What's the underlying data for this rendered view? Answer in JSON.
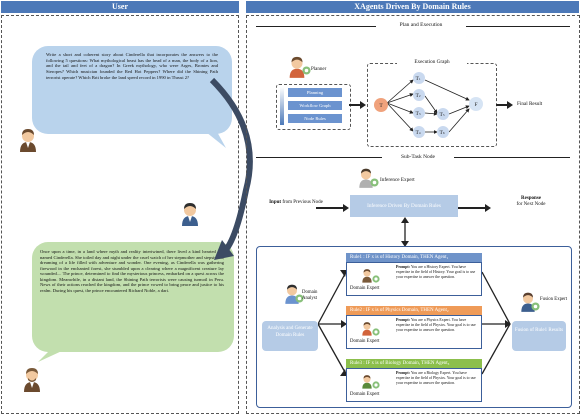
{
  "user": {
    "header": "User",
    "question": "Write a short and coherent story about Cinderella that incorporates the answers to the following 5 questions: What mythological beast has the head of a man, the body of a lion, and the tail and feet of a dragon? In Greek mythology, who were Arges, Brontes and Steropes? Which musician founded the Red Hot Peppers? Where did the Shining Path terrorist operate? Which Brit broke the land speed record in 1990 in Thrust 2?",
    "answer": "Once upon a time, in a land where myth and reality intertwined, there lived a kind hearted girl named Cinderella. She toiled day and night under the cruel watch of her stepmother and stepsisters, dreaming of a life filled with adventure and wonder. One evening, as Cinderella was gathering firewood in the enchanted forest, she stumbled upon a clearing where a magnificent creature lay wounded.... The prince, determined to find the mysterious princess, embarked on a quest across the kingdom. Meanwhile, in a distant land, the Shining Path terrorists were causing turmoil in Peru. News of their actions reached the kingdom, and the prince vowed to bring peace and justice to his realm. During his quest, the prince encountered Richard Noble, a dari."
  },
  "xagents": {
    "header": "XAgents Driven By Domain Rules",
    "plan": {
      "title": "Plan and Execution",
      "planner": "Planner",
      "tasks": [
        "Planning",
        "Workflow Graph",
        "Node Rules"
      ],
      "graph_title": "Execution Graph",
      "nodes": [
        "T",
        "T",
        "T",
        "T",
        "T",
        "T",
        "T",
        "F"
      ],
      "subs": [
        "",
        "1",
        "2",
        "3",
        "4",
        "5",
        "6",
        ""
      ],
      "final": "Final Result"
    },
    "subtask": {
      "title": "Sub-Task Node",
      "inference_expert": "Inference Expert",
      "input_bold": "Input",
      "input_rest": " from Previous Node",
      "center": "Inference Driven By Domain Rules",
      "response_bold": "Response",
      "response_rest": " for Next Node",
      "domain_analyst": "Domain Analyst",
      "analyst_box": "Analysis and Generate Domain Rules",
      "fusion_expert": "Fusion Expert",
      "fusion_box": "Fusion of Rule1 Results",
      "rules": [
        {
          "title": "Rule1 : IF x is of History Domain, THEN Agent₁",
          "expert": "Domain Expert",
          "prompt_bold": "Prompt:",
          "prompt": "You are a History Expert. You have expertise in the field of History. Your goal is to use your expertise to answer the question.",
          "color": "#6f93c9"
        },
        {
          "title": "Rule2 : IF x is of Physics Domain, THEN Agent₂",
          "expert": "Domain Expert",
          "prompt_bold": "Prompt:",
          "prompt": "You are a Physics Expert. You have expertise in the field of Physics. Your goal is to use your expertise to answer the question.",
          "color": "#ef9b58"
        },
        {
          "title": "Rule3 : IF x is of Biology Domain, THEN Agent₃",
          "expert": "Domain Expert",
          "prompt_bold": "Prompt:",
          "prompt": "You are a Biology Expert. You have expertise in the field of Physics. Your goal is to use your expertise to answer the question.",
          "color": "#8cbf4c"
        }
      ]
    },
    "colors": {
      "header": "#4d79b8",
      "task_fill": "#6b93cf",
      "start_node": "#f0a27c",
      "graph_node": "#c9d9ef",
      "final_node": "#d6e4f4",
      "bubble_blue": "#b9d3ec",
      "bubble_green": "#c2dfae",
      "subtask_blue": "#b5cbe6",
      "rule_border": "#3c5f9a",
      "expert_badge": "#88c07a"
    },
    "icons": [
      "person-icon",
      "expert-badge-icon"
    ]
  }
}
